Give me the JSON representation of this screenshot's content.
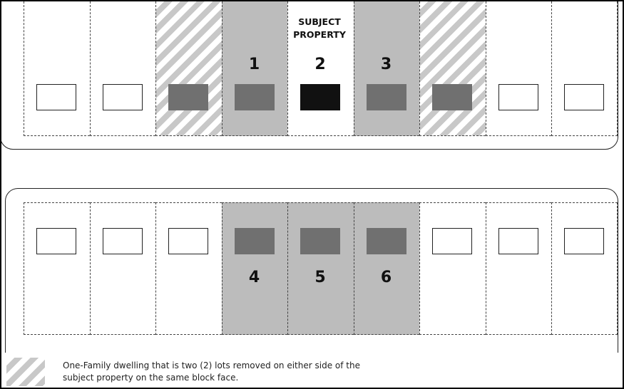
{
  "subject_label": "SUBJECT\nPROPERTY",
  "top_block": {
    "lots": [
      {
        "fill": "none",
        "house": "empty",
        "number": ""
      },
      {
        "fill": "none",
        "house": "empty",
        "number": ""
      },
      {
        "fill": "hatched",
        "house": "grey",
        "number": ""
      },
      {
        "fill": "grey",
        "house": "grey",
        "number": "1"
      },
      {
        "fill": "none",
        "house": "black",
        "number": "2"
      },
      {
        "fill": "grey",
        "house": "grey",
        "number": "3"
      },
      {
        "fill": "hatched",
        "house": "grey",
        "number": ""
      },
      {
        "fill": "none",
        "house": "empty",
        "number": ""
      },
      {
        "fill": "none",
        "house": "empty",
        "number": ""
      }
    ]
  },
  "bottom_block": {
    "lots": [
      {
        "fill": "none",
        "house": "empty",
        "number": ""
      },
      {
        "fill": "none",
        "house": "empty",
        "number": ""
      },
      {
        "fill": "none",
        "house": "empty",
        "number": ""
      },
      {
        "fill": "grey",
        "house": "grey",
        "number": "4"
      },
      {
        "fill": "grey",
        "house": "grey",
        "number": "5"
      },
      {
        "fill": "grey",
        "house": "grey",
        "number": "6"
      },
      {
        "fill": "none",
        "house": "empty",
        "number": ""
      },
      {
        "fill": "none",
        "house": "empty",
        "number": ""
      },
      {
        "fill": "none",
        "house": "empty",
        "number": ""
      }
    ]
  },
  "legend": {
    "swatch": "hatched",
    "text": "One-Family dwelling that is two (2) lots removed on either side of the subject property on the same block face."
  },
  "colors": {
    "lot_grey": "#bcbcbc",
    "house_grey": "#707070",
    "house_black": "#111111",
    "hatch": "#c8c8c8"
  }
}
